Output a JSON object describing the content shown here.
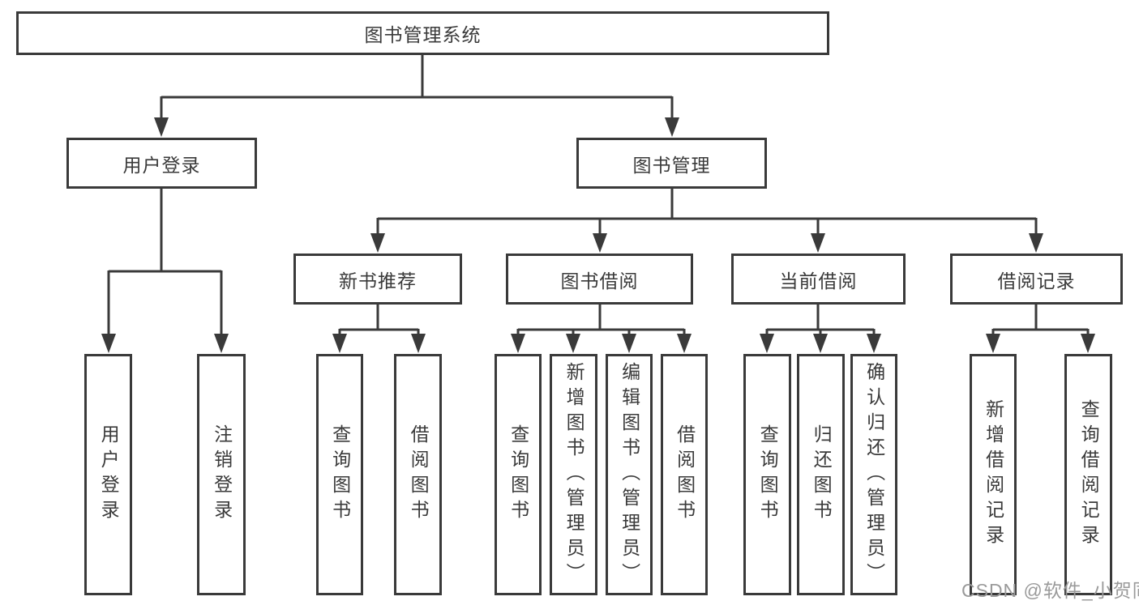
{
  "diagram": {
    "root": {
      "label": "图书管理系统"
    },
    "level2": {
      "user_login": {
        "label": "用户登录"
      },
      "book_management": {
        "label": "图书管理"
      }
    },
    "level3": {
      "new_book_recommend": {
        "label": "新书推荐"
      },
      "book_borrowing": {
        "label": "图书借阅"
      },
      "current_borrowing": {
        "label": "当前借阅"
      },
      "borrowing_records": {
        "label": "借阅记录"
      }
    },
    "leaves": {
      "user_login": {
        "label": "用户登录"
      },
      "logout": {
        "label": "注销登录"
      },
      "recommend_query_books": {
        "label": "查询图书"
      },
      "recommend_borrow_books": {
        "label": "借阅图书"
      },
      "borrowing_query_books": {
        "label": "查询图书"
      },
      "borrowing_add_books_admin": {
        "label": "新增图书（管理员）"
      },
      "borrowing_edit_books_admin": {
        "label": "编辑图书（管理员）"
      },
      "borrowing_borrow_books": {
        "label": "借阅图书"
      },
      "current_query_books": {
        "label": "查询图书"
      },
      "current_return_books": {
        "label": "归还图书"
      },
      "current_confirm_return_admin": {
        "label": "确认归还（管理员）"
      },
      "records_add_record": {
        "label": "新增借阅记录"
      },
      "records_query_record": {
        "label": "查询借阅记录"
      }
    },
    "colors": {
      "line": "#3a3a3a",
      "text": "#3a3a3a",
      "watermark": "#9a9a9a"
    }
  },
  "watermark": {
    "text": "CSDN @软件_小贺同学"
  }
}
